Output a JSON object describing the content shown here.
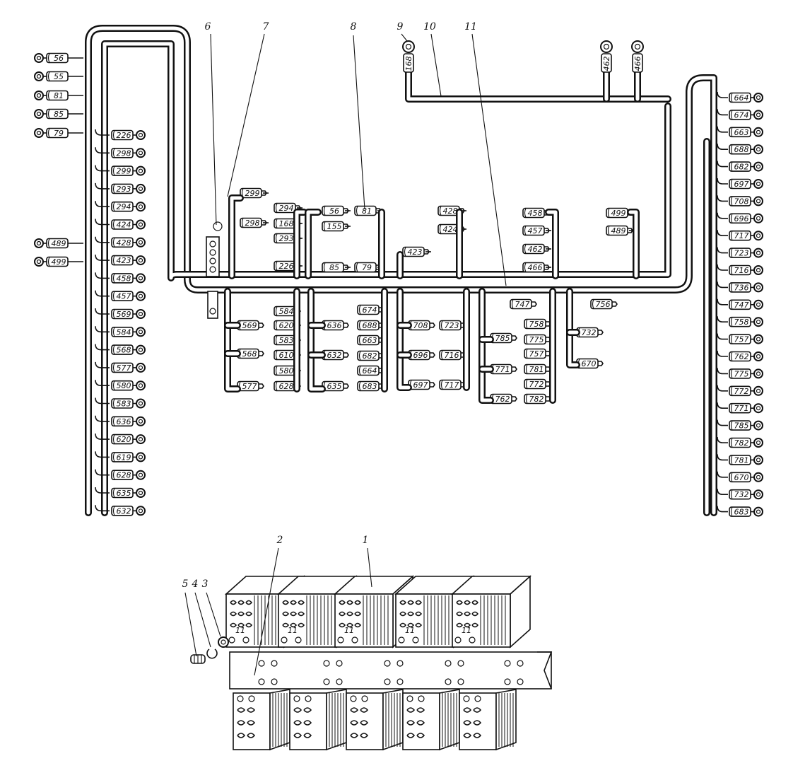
{
  "diagram": {
    "refs": [
      {
        "id": "1",
        "text": "1"
      },
      {
        "id": "2",
        "text": "2"
      },
      {
        "id": "3",
        "text": "3"
      },
      {
        "id": "4",
        "text": "4"
      },
      {
        "id": "5",
        "text": "5"
      },
      {
        "id": "6",
        "text": "6"
      },
      {
        "id": "7",
        "text": "7"
      },
      {
        "id": "8",
        "text": "8"
      },
      {
        "id": "9",
        "text": "9"
      },
      {
        "id": "10",
        "text": "10"
      },
      {
        "id": "11",
        "text": "11"
      }
    ],
    "left_outer_tags": [
      "56",
      "55",
      "81",
      "85",
      "79",
      "489",
      "499"
    ],
    "left_inner_tags": [
      "226",
      "298",
      "299",
      "293",
      "294",
      "424",
      "428",
      "423",
      "458",
      "457",
      "569",
      "584",
      "568",
      "577",
      "580",
      "583",
      "636",
      "620",
      "619",
      "628",
      "635",
      "632"
    ],
    "right_tags": [
      "664",
      "674",
      "663",
      "688",
      "682",
      "697",
      "708",
      "696",
      "717",
      "723",
      "716",
      "736",
      "747",
      "758",
      "757",
      "762",
      "775",
      "772",
      "771",
      "785",
      "782",
      "781",
      "670",
      "732",
      "683"
    ],
    "top_tags": [
      "168",
      "462",
      "466"
    ],
    "upper_groups": [
      {
        "tags": [
          "299",
          "294",
          "298",
          "168",
          "293",
          "226"
        ]
      },
      {
        "tags": [
          "56",
          "81",
          "155",
          "85",
          "79"
        ]
      },
      {
        "tags": [
          "428",
          "424",
          "423"
        ]
      },
      {
        "tags": [
          "458",
          "457",
          "462",
          "466"
        ]
      },
      {
        "tags": [
          "499",
          "489"
        ]
      }
    ],
    "lower_groups": [
      {
        "tags": [
          "569",
          "584",
          "620",
          "568",
          "583",
          "610",
          "577",
          "580",
          "628"
        ]
      },
      {
        "tags": [
          "636",
          "674",
          "688",
          "632",
          "663",
          "682",
          "635",
          "664",
          "683"
        ]
      },
      {
        "tags": [
          "708",
          "723",
          "696",
          "716",
          "697",
          "717"
        ]
      },
      {
        "tags": [
          "747",
          "758",
          "775",
          "785",
          "757",
          "771",
          "781",
          "762",
          "772",
          "782"
        ]
      },
      {
        "tags": [
          "756",
          "732",
          "670"
        ]
      }
    ],
    "block_mark": "11"
  }
}
